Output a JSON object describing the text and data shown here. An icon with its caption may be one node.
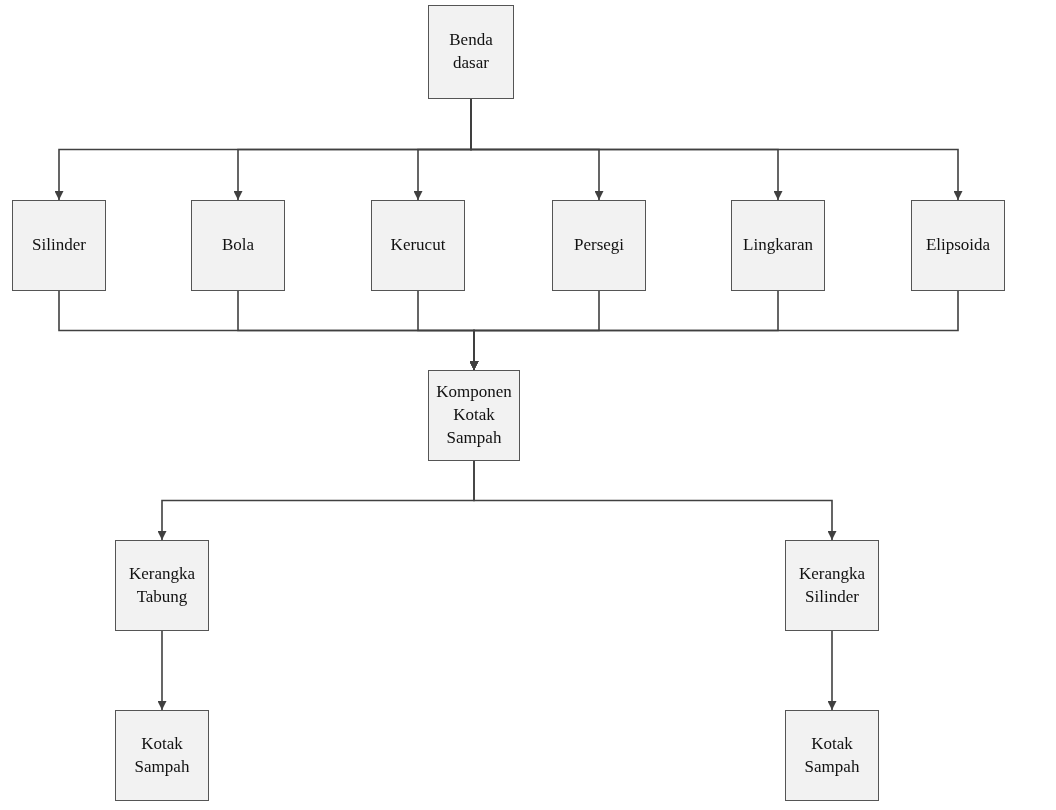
{
  "diagram": {
    "nodes": [
      {
        "text": [
          "Benda dasar"
        ]
      },
      {
        "text": [
          "Silinder"
        ]
      },
      {
        "text": [
          "Bola"
        ]
      },
      {
        "text": [
          "Kerucut"
        ]
      },
      {
        "text": [
          "Persegi"
        ]
      },
      {
        "text": [
          "Lingkaran"
        ]
      },
      {
        "text": [
          "Elipsoida"
        ]
      },
      {
        "text": [
          "Komponen Kotak Sampah"
        ]
      },
      {
        "text": [
          "Kerangka Tabung"
        ]
      },
      {
        "text": [
          "Kerangka Silinder"
        ]
      },
      {
        "text": [
          "Kotak Sampah"
        ]
      },
      {
        "text": [
          "Kotak Sampah"
        ]
      }
    ],
    "edges": [
      {
        "from": 0,
        "to": 1,
        "arrow": "to"
      },
      {
        "from": 0,
        "to": 2,
        "arrow": "to"
      },
      {
        "from": 0,
        "to": 3,
        "arrow": "to"
      },
      {
        "from": 0,
        "to": 4,
        "arrow": "to"
      },
      {
        "from": 0,
        "to": 5,
        "arrow": "to"
      },
      {
        "from": 0,
        "to": 6,
        "arrow": "to"
      },
      {
        "from": 1,
        "to": 7,
        "arrow": "to"
      },
      {
        "from": 2,
        "to": 7,
        "arrow": "to"
      },
      {
        "from": 3,
        "to": 7,
        "arrow": "to"
      },
      {
        "from": 4,
        "to": 7,
        "arrow": "to"
      },
      {
        "from": 5,
        "to": 7,
        "arrow": "to"
      },
      {
        "from": 6,
        "to": 7,
        "arrow": "to"
      },
      {
        "from": 7,
        "to": 8,
        "arrow": "to"
      },
      {
        "from": 7,
        "to": 9,
        "arrow": "to"
      },
      {
        "from": 8,
        "to": 10,
        "arrow": "to"
      },
      {
        "from": 9,
        "to": 11,
        "arrow": "to"
      }
    ]
  }
}
